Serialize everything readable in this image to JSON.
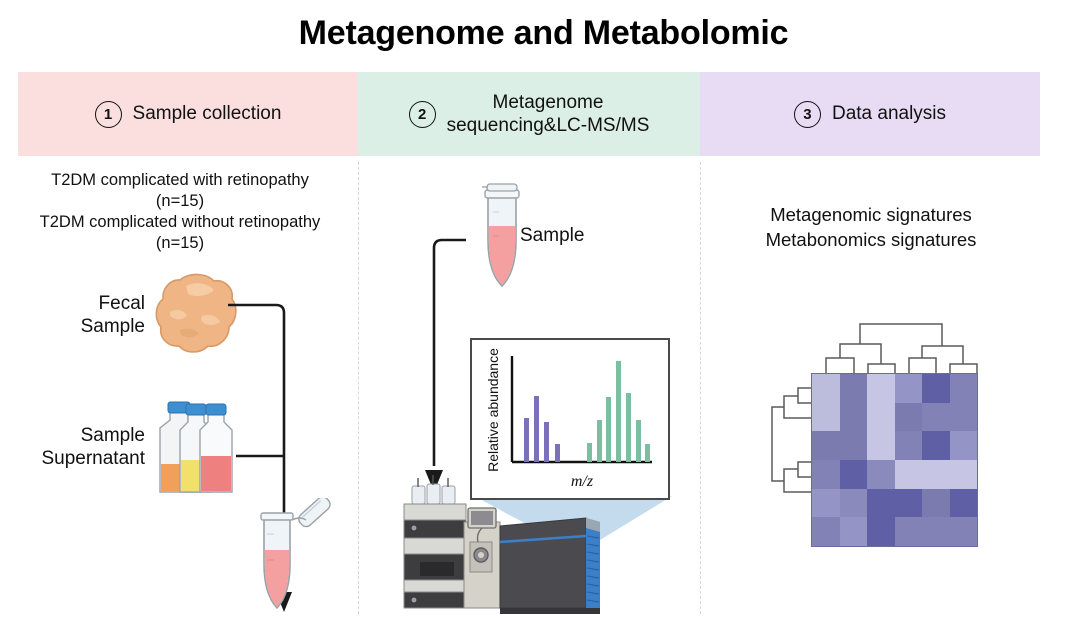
{
  "title": "Metagenome and Metabolomic",
  "stages": [
    {
      "number": "1",
      "label_line1": "Sample collection",
      "label_line2": "",
      "color": "#fbdfdf"
    },
    {
      "number": "2",
      "label_line1": "Metagenome",
      "label_line2": "sequencing&LC-MS/MS",
      "color": "#dcefe6"
    },
    {
      "number": "3",
      "label_line1": "Data analysis",
      "label_line2": "",
      "color": "#e8dcf4"
    }
  ],
  "column1": {
    "cohort_line1": "T2DM complicated with retinopathy",
    "cohort_line2": "(n=15)",
    "cohort_line3": "T2DM complicated without retinopathy",
    "cohort_line4": "(n=15)",
    "fecal_label_line1": "Fecal",
    "fecal_label_line2": "Sample",
    "supernatant_label_line1": "Sample",
    "supernatant_label_line2": "Supernatant",
    "flask_colors": [
      "#f0a05a",
      "#f2e06a",
      "#ef8080"
    ],
    "flask_cap_color": "#3d8fd1",
    "fecal_color": "#efb584",
    "tube_liquid_color": "#f4a0a0"
  },
  "column2": {
    "sample_label": "Sample",
    "spectrum": {
      "ylabel": "Relative abundance",
      "xlabel": "m/z",
      "purple_color": "#7b71b8",
      "green_color": "#7cbfa0",
      "purple_peaks": [
        0.42,
        0.62,
        0.38,
        0.17
      ],
      "green_peaks": [
        0.18,
        0.4,
        0.62,
        0.95,
        0.66,
        0.4,
        0.16
      ]
    },
    "instrument": {
      "lc_name": "liquid-chromatography-stack",
      "ms_name": "mass-spectrometer",
      "ms_body_color": "#4a4a4f",
      "ms_accent_color": "#3d7fc6",
      "beam_color": "#b9d6ea"
    }
  },
  "column3": {
    "result_line1": "Metagenomic signatures",
    "result_line2": "Metabonomics signatures",
    "heatmap": {
      "rows": 6,
      "cols": 6,
      "cells": [
        [
          "#bcbcdd",
          "#7b7bb0",
          "#c6c6e4",
          "#9494c6",
          "#5f5fa6",
          "#8282b6"
        ],
        [
          "#bcbcdd",
          "#7b7bb0",
          "#c6c6e4",
          "#7b7bb0",
          "#8282b6",
          "#8282b6"
        ],
        [
          "#7b7bb0",
          "#7b7bb0",
          "#c6c6e4",
          "#8282b6",
          "#5f5fa6",
          "#9494c6"
        ],
        [
          "#8282b6",
          "#5f5fa6",
          "#8a8abd",
          "#c6c6e4",
          "#c6c6e4",
          "#c6c6e4"
        ],
        [
          "#9494c6",
          "#8a8abd",
          "#5f5fa6",
          "#5f5fa6",
          "#7b7bb0",
          "#5f5fa6"
        ],
        [
          "#8282b6",
          "#9494c6",
          "#5f5fa6",
          "#8282b6",
          "#8282b6",
          "#8282b6"
        ]
      ],
      "dendrogram_color": "#5a5a5a"
    }
  }
}
